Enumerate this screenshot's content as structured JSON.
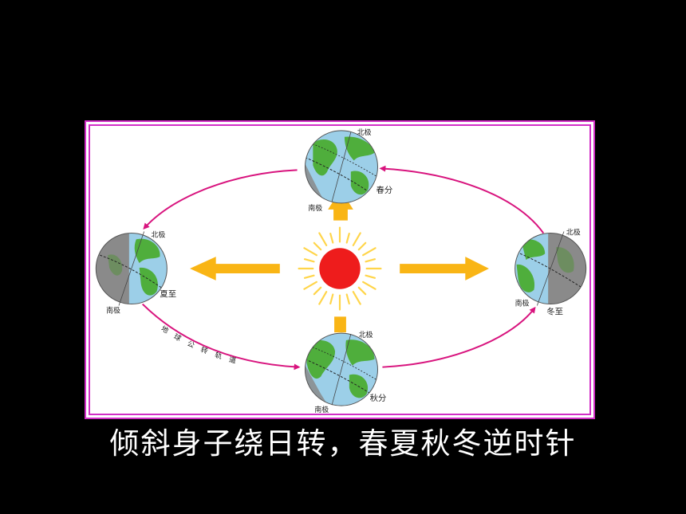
{
  "caption": "倾斜身子绕日转，春夏秋冬逆时针",
  "orbit_label_chars": [
    "地",
    "球",
    "公",
    "转",
    "轨",
    "道"
  ],
  "earths": [
    {
      "id": "spring",
      "season": "春分",
      "north": "北极",
      "south": "南极"
    },
    {
      "id": "summer",
      "season": "夏至",
      "north": "北极",
      "south": "南极"
    },
    {
      "id": "winter",
      "season": "冬至",
      "north": "北极",
      "south": "南极"
    },
    {
      "id": "autumn",
      "season": "秋分",
      "north": "北极",
      "south": "南极"
    }
  ],
  "colors": {
    "frame": "#d22ec7",
    "orbit": "#d8147e",
    "sun": "#ee1c1c",
    "sun_rays": "#ffd54a",
    "light_arrow": "#f9b515",
    "ocean": "#9ccfe8",
    "land": "#4fae3c",
    "night": "#8a8a8a"
  }
}
